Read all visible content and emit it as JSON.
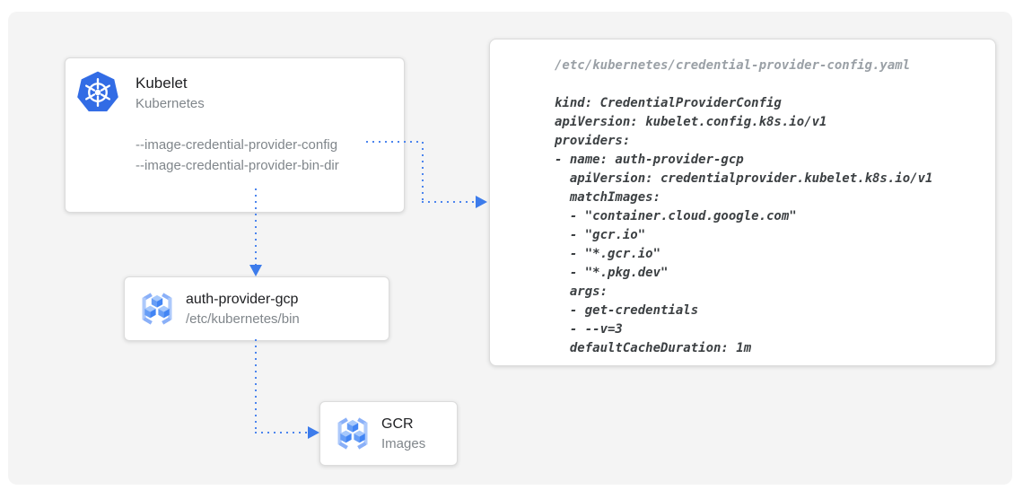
{
  "colors": {
    "canvas_background": "#f4f4f4",
    "connector_blue": "#4c85ee",
    "arrow_blue": "#3d7ceb",
    "kubernetes_blue": "#326ce5",
    "registry_cube_top": "#a6c8fc",
    "registry_cube_left": "#669df6",
    "registry_cube_right": "#4285f4",
    "registry_bracket": "#a3c5fa",
    "title_text": "#202124",
    "secondary_text": "#80868b",
    "code_text": "#3c4043",
    "filename_text": "#9aa0a6"
  },
  "nodes": {
    "kubelet": {
      "icon": "kubernetes-icon",
      "title": "Kubelet",
      "subtitle": "Kubernetes",
      "flags": [
        "--image-credential-provider-config",
        "--image-credential-provider-bin-dir"
      ]
    },
    "auth_provider": {
      "icon": "container-registry-icon",
      "title": "auth-provider-gcp",
      "subtitle": "/etc/kubernetes/bin"
    },
    "gcr": {
      "icon": "container-registry-icon",
      "title": "GCR",
      "subtitle": "Images"
    }
  },
  "config_file": {
    "filename": "/etc/kubernetes/credential-provider-config.yaml",
    "code": "kind: CredentialProviderConfig\napiVersion: kubelet.config.k8s.io/v1\nproviders:\n- name: auth-provider-gcp\n  apiVersion: credentialprovider.kubelet.k8s.io/v1\n  matchImages:\n  - \"container.cloud.google.com\"\n  - \"gcr.io\"\n  - \"*.gcr.io\"\n  - \"*.pkg.dev\"\n  args:\n  - get-credentials\n  - --v=3\n  defaultCacheDuration: 1m"
  }
}
